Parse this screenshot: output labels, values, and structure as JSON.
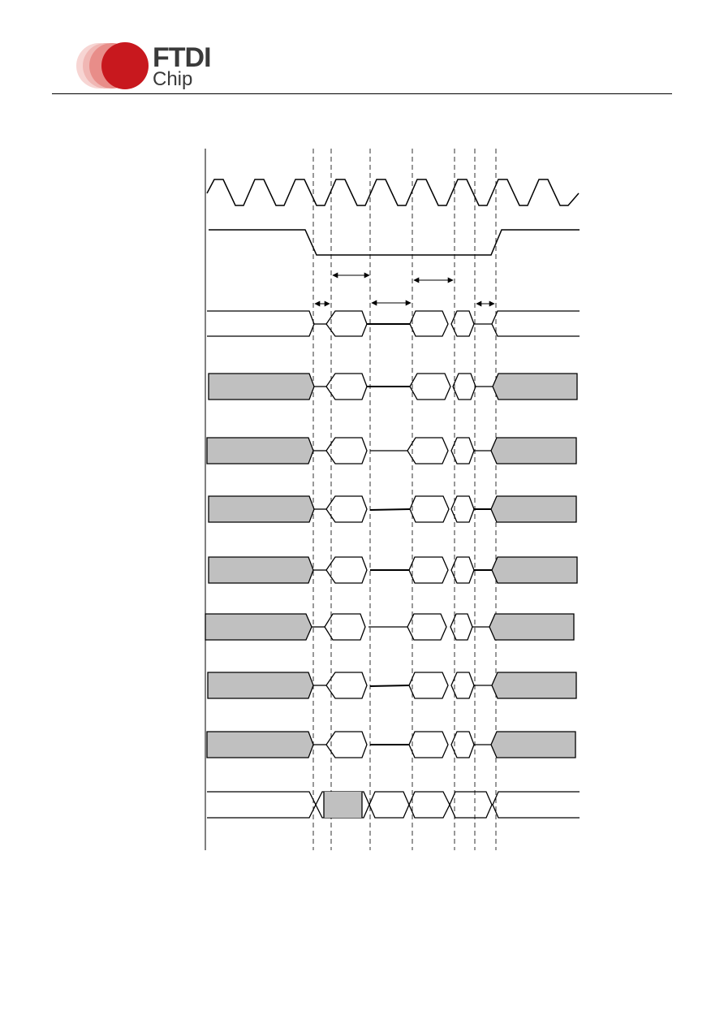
{
  "header": {
    "brand_line1": "FTDI",
    "brand_line2": "Chip",
    "logo_colors": {
      "red": "#c8181e",
      "pink": "#f0b7b4",
      "text": "#3a3a3a"
    }
  },
  "diagram": {
    "type": "timing-diagram",
    "clock_cycles": 9,
    "fill_color": "#c0c0c0",
    "arrow_count": 5
  }
}
